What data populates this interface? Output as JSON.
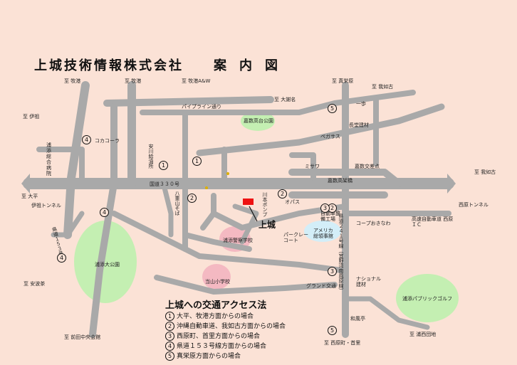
{
  "header": {
    "company": "上城技術情報株式会社",
    "guide": "案内図"
  },
  "destinations": {
    "makiminato1": "至 牧港",
    "makiminato2": "至 牧港",
    "makiminato_aw": "至 牧港A&W",
    "oojana": "至 大謝名",
    "shinei": "至 真栄原",
    "ganeko": "至 我如古",
    "iso": "至 伊祖",
    "ganeko2": "至 我如古",
    "ohira": "至 大平",
    "asato": "至 安波茶",
    "maeda": "至 前田中央会館",
    "nishihara": "至 西原町・首里",
    "urasoe_danchi": "至 浦西団地"
  },
  "places": {
    "pipeline": "パイプライン通り",
    "cocacola": "コカコーラ",
    "urasoe_hospital": "浦添総合病院",
    "yasukawa": "安川給油所",
    "kokudo": "国道３３０号",
    "yaeyama": "八重山そば",
    "kakazu_park": "嘉数高台公園",
    "pegasus": "ペガサス",
    "misawa": "ミサワ",
    "kakazu_bridge": "嘉数高架橋",
    "kakazu_junction": "嘉数交差点",
    "ippo": "一歩",
    "chouseikenzai": "長堂建材",
    "iso_tunnel": "伊祖トンネル",
    "nishihara_tunnel": "西原トンネル",
    "kawamoto": "川本ポンプ",
    "opas": "オパス",
    "jidousha": "自動車整備工場",
    "coop": "コープおきなわ",
    "kousoku": "高速自動車道 西原ＩＣ",
    "kamishiro": "上城",
    "urasoe_police": "浦添警察学校",
    "perkley": "パークレーコート",
    "america": "アメリカ総領事館",
    "kendou153": "県道１５３号線",
    "urasoe_park": "浦添大公園",
    "touyama": "当山小学校",
    "kendou241": "県道２４１号線（宜野湾南風原線）",
    "national": "ナショナル建材",
    "grand": "グランド交通",
    "public_golf": "浦添パブリックゴルフ",
    "wafuutei": "和風亭"
  },
  "access": {
    "title": "上城への交通アクセス法",
    "items": [
      {
        "n": "1",
        "text": "大平、牧港方面からの場合"
      },
      {
        "n": "2",
        "text": "沖縄自動車道、我如古方面からの場合"
      },
      {
        "n": "3",
        "text": "西原町、首里方面からの場合"
      },
      {
        "n": "4",
        "text": "県道１５３号線方面からの場合"
      },
      {
        "n": "5",
        "text": "真栄原方面からの場合"
      }
    ]
  },
  "colors": {
    "background": "#fbe2d6",
    "road": "#b3b3b3",
    "park": "#c2efb0",
    "school": "#f4b9c2",
    "consulate": "#d3eef8",
    "building": "#ee1111"
  }
}
